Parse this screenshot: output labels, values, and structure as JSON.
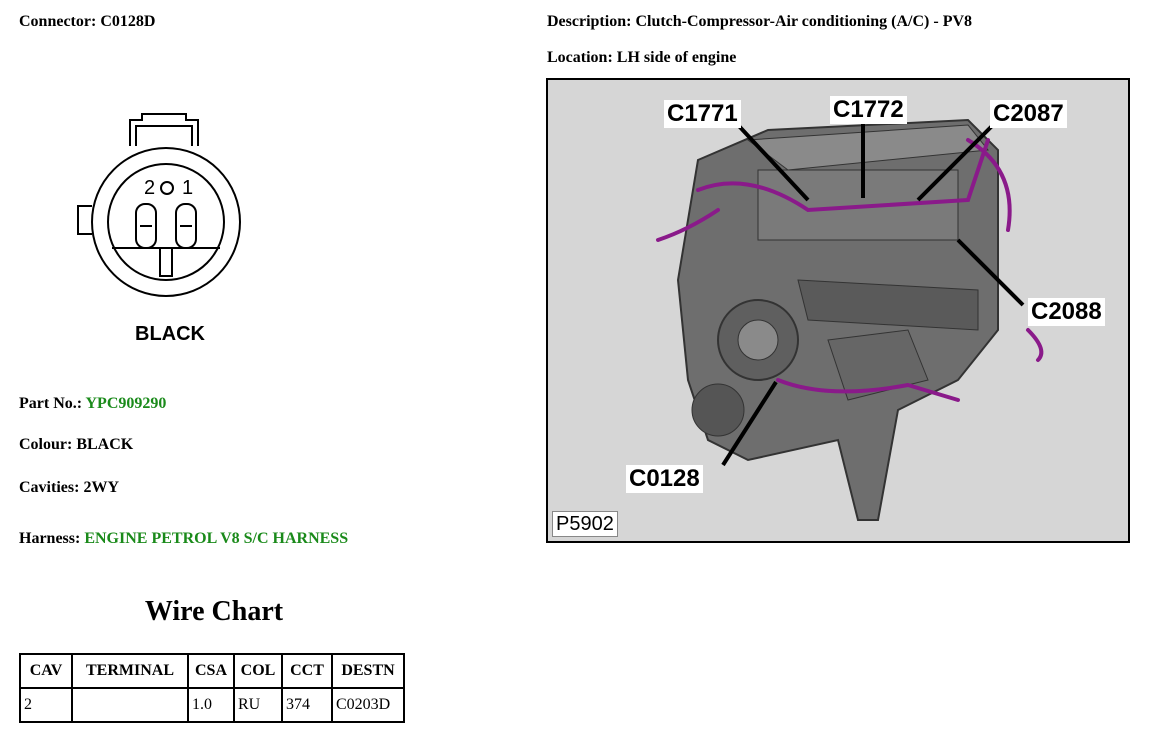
{
  "connector": {
    "label": "Connector:",
    "value": "C0128D"
  },
  "description": {
    "label": "Description:",
    "value": "Clutch-Compressor-Air conditioning (A/C) - PV8"
  },
  "location": {
    "label": "Location:",
    "value": "LH side of engine"
  },
  "diagram": {
    "pin_2": "2",
    "pin_1": "1",
    "colour_label": "BLACK"
  },
  "part_no": {
    "label": "Part No.:",
    "value": "YPC909290"
  },
  "colour": {
    "label": "Colour:",
    "value": "BLACK"
  },
  "cavities": {
    "label": "Cavities:",
    "value": "2WY"
  },
  "harness": {
    "label": "Harness:",
    "value": "ENGINE PETROL V8 S/C HARNESS"
  },
  "wire_chart": {
    "title": "Wire Chart",
    "headers": [
      "CAV",
      "TERMINAL",
      "CSA",
      "COL",
      "CCT",
      "DESTN"
    ],
    "rows": [
      [
        "2",
        "",
        "1.0",
        "RU",
        "374",
        "C0203D"
      ]
    ]
  },
  "photo": {
    "callouts": [
      "C1771",
      "C1772",
      "C2087",
      "C2088",
      "C0128"
    ],
    "id": "P5902"
  },
  "colors": {
    "link_green": "#1a8a1a",
    "harness_purple": "#8a1a8a",
    "photo_bg": "#d6d6d6"
  }
}
